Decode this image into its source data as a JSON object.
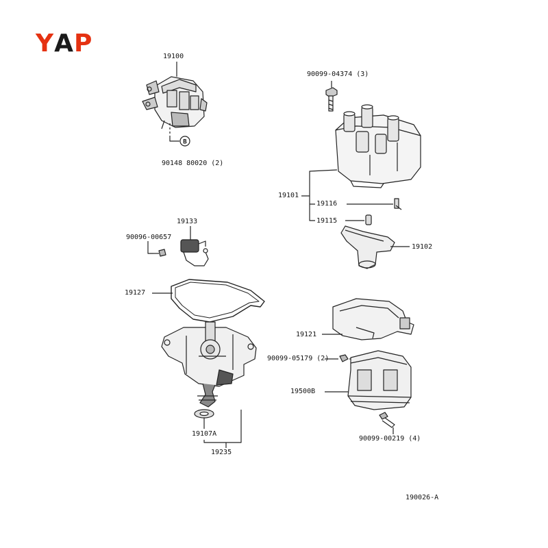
{
  "logo": {
    "letters": [
      "Y",
      "A",
      "P"
    ],
    "colors": [
      "#e53212",
      "#1a1a1a",
      "#e53212"
    ]
  },
  "callout_b": "B",
  "labels": {
    "p19100": "19100",
    "p90148": "90148  80020 (2)",
    "p90099_04374": "90099-04374 (3)",
    "p19101": "19101",
    "p19116": "19116",
    "p19115": "19115",
    "p19102": "19102",
    "p19133": "19133",
    "p90099_00657": "90096-00657",
    "p19127": "19127",
    "p19121": "19121",
    "p90099_05179": "90099-05179 (2)",
    "p19500b": "19500B",
    "p90099_00219": "90099-00219 (4)",
    "p19107a": "19107A",
    "p19235": "19235",
    "diagram_id": "190026-A"
  }
}
